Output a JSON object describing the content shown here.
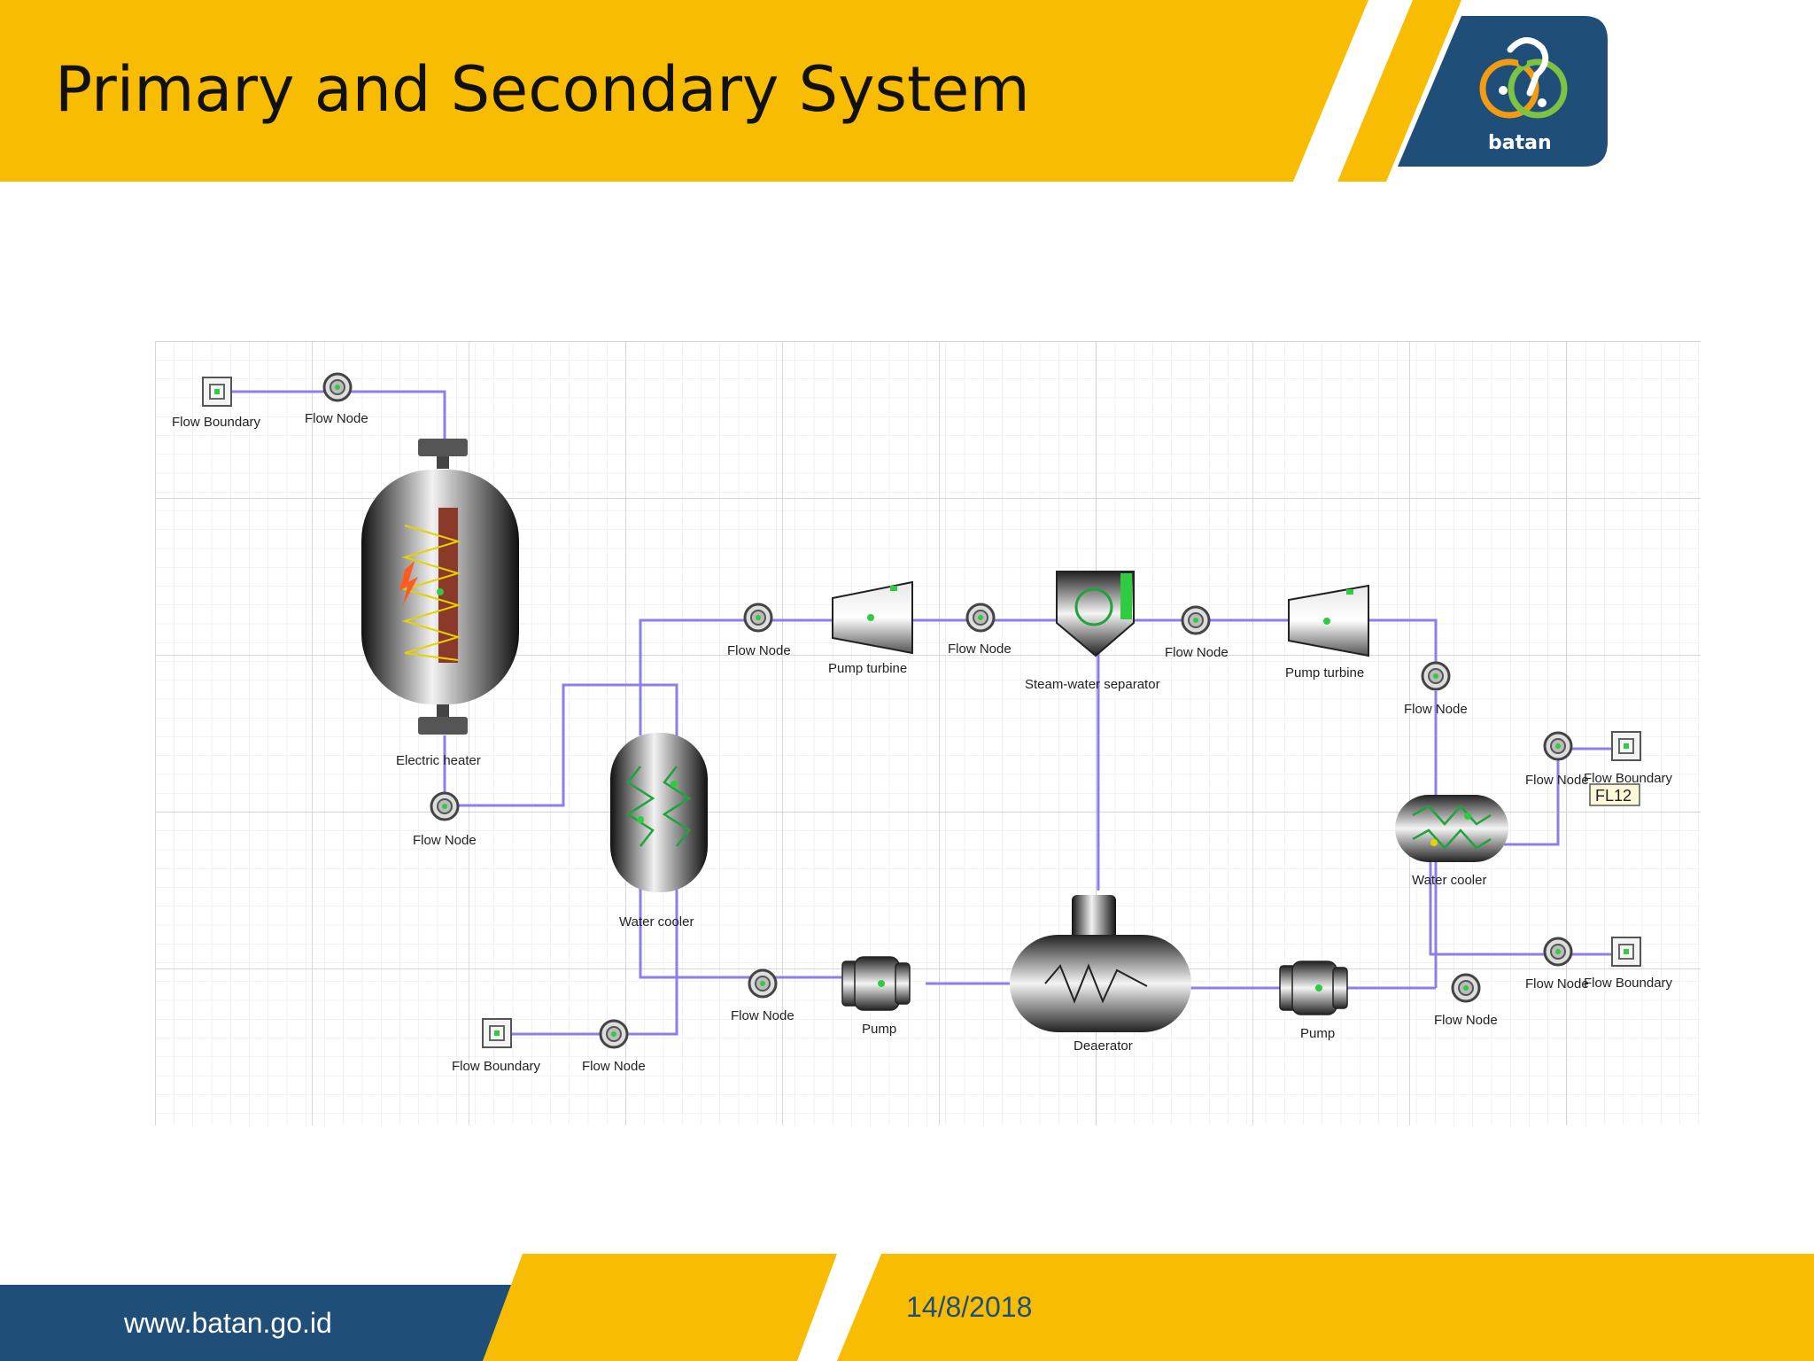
{
  "slide": {
    "title": "Primary and Secondary System",
    "logo_text": "batan",
    "footer_url": "www.batan.go.id",
    "date": "14/8/2018",
    "colors": {
      "accent": "#f8bd03",
      "navy": "#1f4e79",
      "pipe": "#8c7fe8"
    }
  },
  "diagram": {
    "labels": {
      "fb1": "Flow Boundary",
      "fn1": "Flow Node",
      "heater": "Electric heater",
      "fn2": "Flow Node",
      "wc1": "Water cooler",
      "fb2": "Flow Boundary",
      "fn3": "Flow Node",
      "fn4": "Flow Node",
      "pt1": "Pump turbine",
      "fn5": "Flow Node",
      "sep": "Steam-water separator",
      "fn6": "Flow Node",
      "pt2": "Pump turbine",
      "fn7": "Flow Node",
      "fn8": "Flow Node",
      "fb3": "Flow Boundary",
      "tag": "FL12",
      "wc2": "Water cooler",
      "fn9": "Flow Node",
      "fb4": "Flow Boundary",
      "fn10": "Flow Node",
      "pump1": "Pump",
      "pump2": "Pump",
      "deaerator": "Deaerator",
      "fn11": "Flow Node"
    }
  }
}
